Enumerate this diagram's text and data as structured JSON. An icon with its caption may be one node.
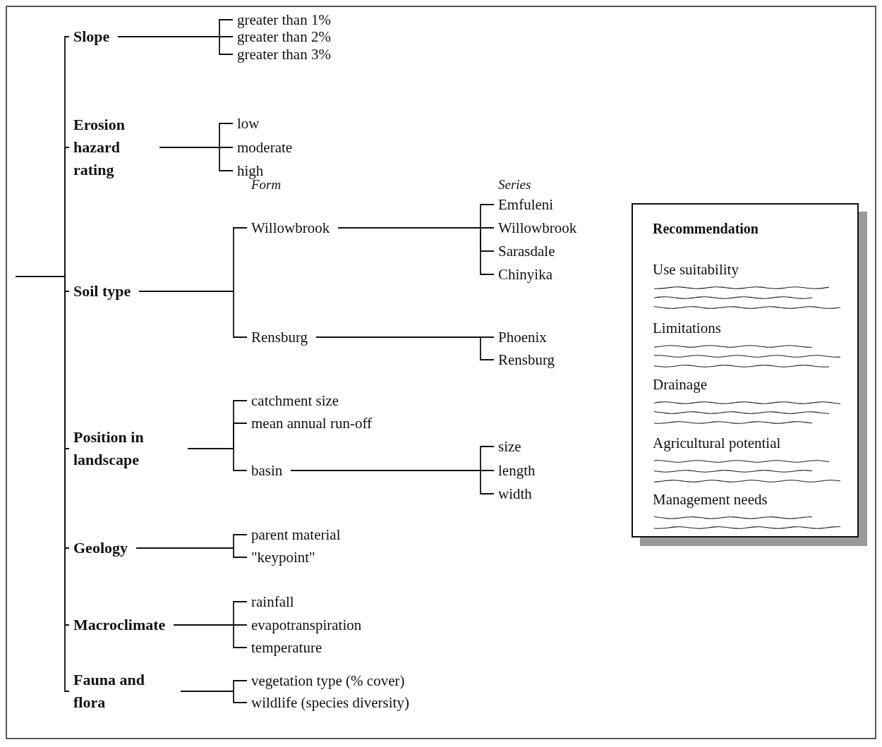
{
  "diagram": {
    "nodes": [
      {
        "text": [
          "Slope"
        ]
      },
      {
        "text": [
          "greater than 1%"
        ]
      },
      {
        "text": [
          "greater than 2%"
        ]
      },
      {
        "text": [
          "greater than 3%"
        ]
      },
      {
        "text": [
          "Erosion hazard rating"
        ]
      },
      {
        "text": [
          "low"
        ]
      },
      {
        "text": [
          "moderate"
        ]
      },
      {
        "text": [
          "high"
        ]
      },
      {
        "text": [
          "Soil type"
        ]
      },
      {
        "text": [
          "Willowbrook"
        ]
      },
      {
        "text": [
          "Rensburg"
        ]
      },
      {
        "text": [
          "Emfuleni"
        ]
      },
      {
        "text": [
          "Willowbrook"
        ]
      },
      {
        "text": [
          "Sarasdale"
        ]
      },
      {
        "text": [
          "Chinyika"
        ]
      },
      {
        "text": [
          "Phoenix"
        ]
      },
      {
        "text": [
          "Rensburg"
        ]
      },
      {
        "text": [
          "Position in landscape"
        ]
      },
      {
        "text": [
          "catchment size"
        ]
      },
      {
        "text": [
          "mean annual run-off"
        ]
      },
      {
        "text": [
          "basin"
        ]
      },
      {
        "text": [
          "size"
        ]
      },
      {
        "text": [
          "length"
        ]
      },
      {
        "text": [
          "width"
        ]
      },
      {
        "text": [
          "Geology"
        ]
      },
      {
        "text": [
          "parent material"
        ]
      },
      {
        "text": [
          "\"keypoint\""
        ]
      },
      {
        "text": [
          "Macroclimate"
        ]
      },
      {
        "text": [
          "rainfall"
        ]
      },
      {
        "text": [
          "evapotranspiration"
        ]
      },
      {
        "text": [
          "temperature"
        ]
      },
      {
        "text": [
          "Fauna and flora"
        ]
      },
      {
        "text": [
          "vegetation type  (% cover)"
        ]
      },
      {
        "text": [
          "wildlife  (species diversity)"
        ]
      },
      {
        "text": [
          "Recommendation",
          "Use suitability",
          "Limitations",
          "Drainage",
          "Agricultural potential",
          "Management needs"
        ]
      }
    ],
    "edges": [
      {
        "from": null,
        "to": 0,
        "arrow": "none"
      },
      {
        "from": null,
        "to": 4,
        "arrow": "none"
      },
      {
        "from": null,
        "to": 8,
        "arrow": "none"
      },
      {
        "from": null,
        "to": 17,
        "arrow": "none"
      },
      {
        "from": null,
        "to": 24,
        "arrow": "none"
      },
      {
        "from": null,
        "to": 27,
        "arrow": "none"
      },
      {
        "from": null,
        "to": 31,
        "arrow": "none"
      },
      {
        "from": 0,
        "to": 1,
        "arrow": "none"
      },
      {
        "from": 0,
        "to": 2,
        "arrow": "none"
      },
      {
        "from": 0,
        "to": 3,
        "arrow": "none"
      },
      {
        "from": 4,
        "to": 5,
        "arrow": "none"
      },
      {
        "from": 4,
        "to": 6,
        "arrow": "none"
      },
      {
        "from": 4,
        "to": 7,
        "arrow": "none"
      },
      {
        "from": 8,
        "to": 9,
        "arrow": "none"
      },
      {
        "from": 8,
        "to": 10,
        "arrow": "none"
      },
      {
        "from": 9,
        "to": 11,
        "arrow": "none"
      },
      {
        "from": 9,
        "to": 12,
        "arrow": "none"
      },
      {
        "from": 9,
        "to": 13,
        "arrow": "none"
      },
      {
        "from": 9,
        "to": 14,
        "arrow": "none"
      },
      {
        "from": 10,
        "to": 15,
        "arrow": "none"
      },
      {
        "from": 10,
        "to": 16,
        "arrow": "none"
      },
      {
        "from": 17,
        "to": 18,
        "arrow": "none"
      },
      {
        "from": 17,
        "to": 19,
        "arrow": "none"
      },
      {
        "from": 17,
        "to": 20,
        "arrow": "none"
      },
      {
        "from": 20,
        "to": 21,
        "arrow": "none"
      },
      {
        "from": 20,
        "to": 22,
        "arrow": "none"
      },
      {
        "from": 20,
        "to": 23,
        "arrow": "none"
      },
      {
        "from": 24,
        "to": 25,
        "arrow": "none"
      },
      {
        "from": 24,
        "to": 26,
        "arrow": "none"
      },
      {
        "from": 27,
        "to": 28,
        "arrow": "none"
      },
      {
        "from": 27,
        "to": 29,
        "arrow": "none"
      },
      {
        "from": 27,
        "to": 30,
        "arrow": "none"
      },
      {
        "from": 31,
        "to": 32,
        "arrow": "none"
      },
      {
        "from": 31,
        "to": 33,
        "arrow": "none"
      }
    ],
    "labels": [
      "Form",
      "Series"
    ]
  }
}
